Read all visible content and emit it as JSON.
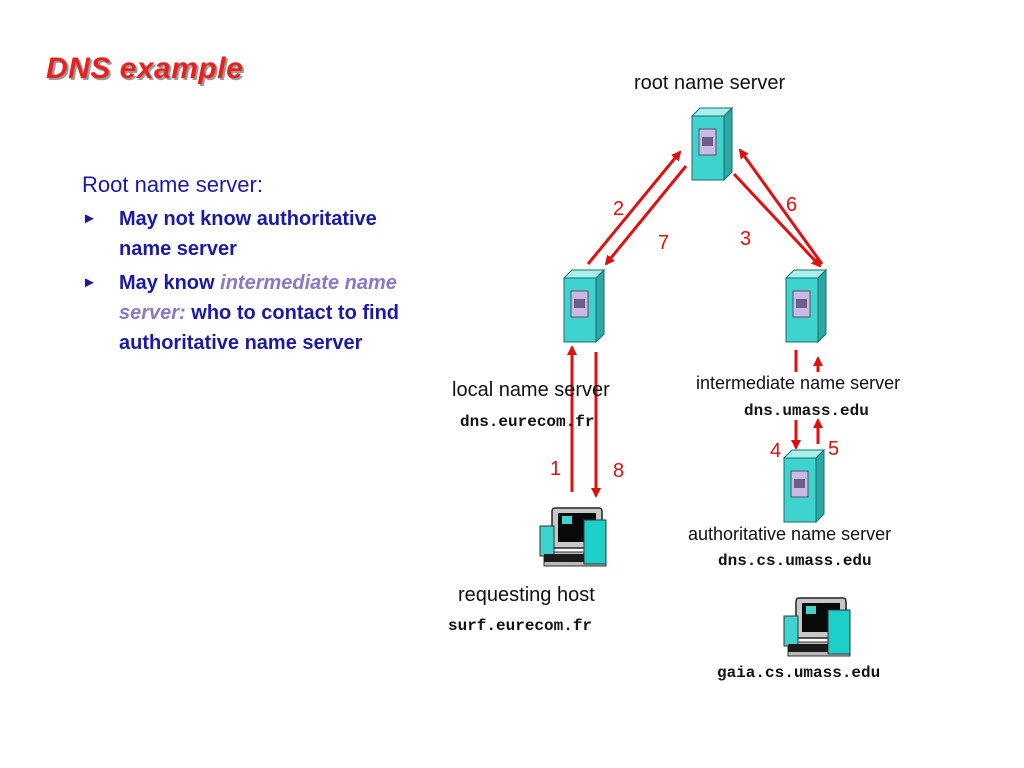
{
  "slide": {
    "title": "DNS example"
  },
  "content": {
    "heading": "Root name server:",
    "bullets": [
      {
        "text": "May not know authoritative name server"
      },
      {
        "prefix": "May know ",
        "emphasis": "intermediate name server:",
        "suffix": " who to contact to find authoritative name server"
      }
    ]
  },
  "diagram": {
    "root": {
      "label": "root name server"
    },
    "local": {
      "label": "local name server",
      "host": "dns.eurecom.fr"
    },
    "intermediate": {
      "label": "intermediate name server",
      "host": "dns.umass.edu"
    },
    "authoritative": {
      "label": "authoritative name server",
      "host": "dns.cs.umass.edu"
    },
    "requesting": {
      "label": "requesting host",
      "host": "surf.eurecom.fr"
    },
    "target": {
      "host": "gaia.cs.umass.edu"
    },
    "steps": [
      "1",
      "2",
      "3",
      "4",
      "5",
      "6",
      "7",
      "8"
    ]
  },
  "colors": {
    "title": "#e8201e",
    "text": "#1a1aa6",
    "emphasis": "#8a78c8",
    "arrows": "#e01010",
    "server": "#3fd3cf"
  },
  "icons": {
    "server": "server-tower-icon",
    "computer": "desktop-computer-icon"
  }
}
